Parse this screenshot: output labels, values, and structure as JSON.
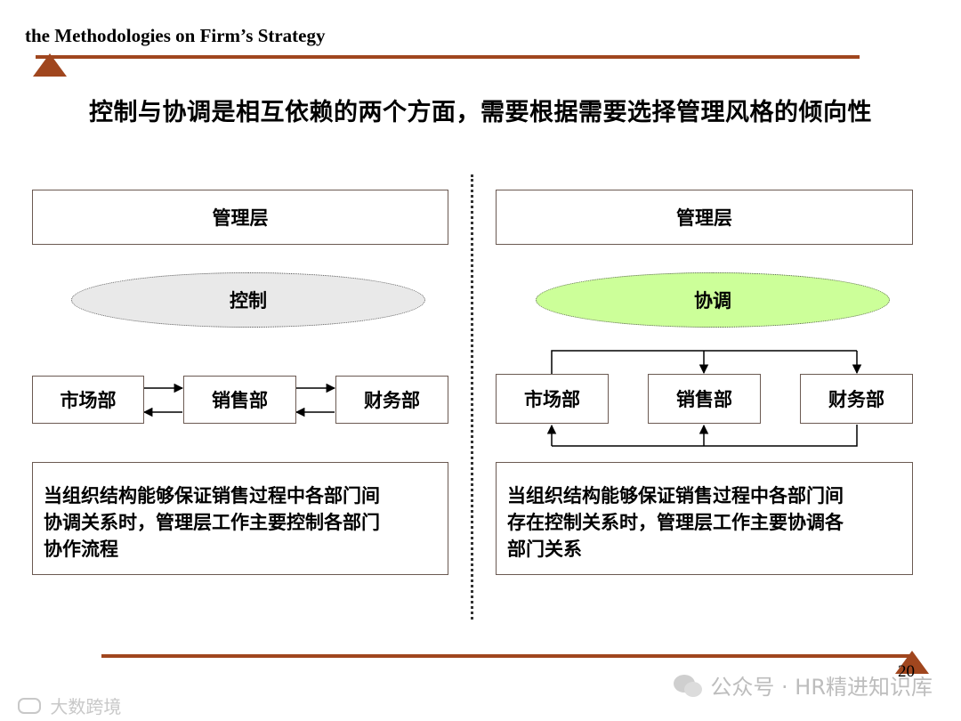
{
  "header": {
    "title": "the Methodologies on Firm’s Strategy"
  },
  "subtitle": "控制与协调是相互依赖的两个方面，需要根据需要选择管理风格的倾向性",
  "left_panel": {
    "management": "管理层",
    "mode": "控制",
    "mode_color": "#e9e9e9",
    "departments": [
      "市场部",
      "销售部",
      "财务部"
    ],
    "description": [
      "当组织结构能够保证销售过程中各部门间",
      "协调关系时，管理层工作主要控制各部门",
      "协作流程"
    ]
  },
  "right_panel": {
    "management": "管理层",
    "mode": "协调",
    "mode_color": "#ccff99",
    "departments": [
      "市场部",
      "销售部",
      "财务部"
    ],
    "description": [
      "当组织结构能够保证销售过程中各部门间",
      "存在控制关系时，管理层工作主要协调各",
      "部门关系"
    ]
  },
  "footer": {
    "page_number": "20",
    "watermark_right": "公众号 · HR精进知识库",
    "watermark_left": "大数跨境"
  },
  "colors": {
    "accent": "#a0461e",
    "border": "#6b5a52"
  }
}
